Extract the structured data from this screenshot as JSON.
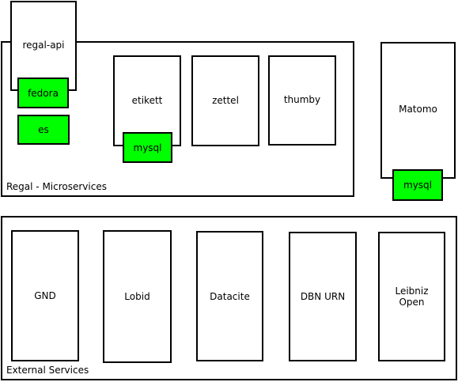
{
  "regal": {
    "group_label": "Regal - Microservices",
    "regal_api": "regal-api",
    "fedora": "fedora",
    "es": "es",
    "etikett": "etikett",
    "etikett_db": "mysql",
    "zettel": "zettel",
    "thumby": "thumby"
  },
  "matomo": {
    "label": "Matomo",
    "db": "mysql"
  },
  "external": {
    "group_label": "External Services",
    "services": [
      "GND",
      "Lobid",
      "Datacite",
      "DBN URN",
      "Leibniz\nOpen"
    ]
  },
  "colors": {
    "db_fill": "#00ff00",
    "border": "#000000"
  }
}
